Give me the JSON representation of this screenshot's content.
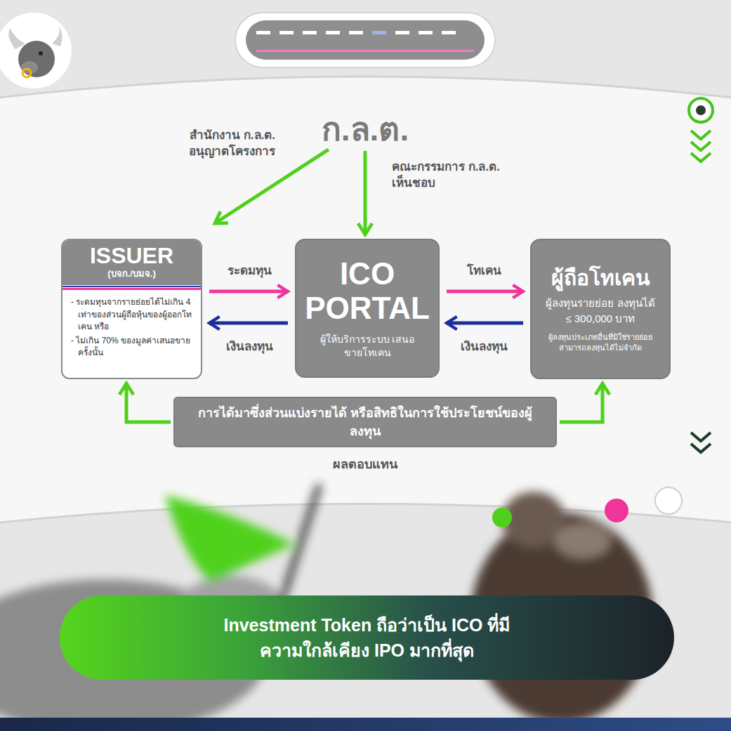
{
  "diagram": {
    "nodes": [
      {
        "text": [
          "ก.ล.ต."
        ]
      },
      {
        "text": [
          "ISSUER",
          "(บจก./บมจ.)",
          "- ระดมทุนจากรายย่อยได้ไม่เกิน 4 เท่าของส่วนผู้ถือหุ้นของผู้ออกโทเคน หรือ",
          "- ไม่เกิน 70% ของมูลค่าเสนอขายครั้งนั้น"
        ]
      },
      {
        "text": [
          "ICO PORTAL",
          "ผู้ให้บริการระบบ เสนอขายโทเคน"
        ]
      },
      {
        "text": [
          "ผู้ถือโทเคน",
          "ผู้ลงทุนรายย่อย ลงทุนได้ ≤ 300,000 บาท",
          "ผู้ลงทุนประเภทอื่นที่มิใช่รายย่อย สามารถลงทุนได้ไม่จำกัด"
        ]
      },
      {
        "text": [
          "การได้มาซึ่งส่วนแบ่งรายได้ หรือสิทธิในการใช้ประโยชน์ของผู้ลงทุน"
        ]
      },
      {
        "text": [
          "Investment Token ถือว่าเป็น ICO ที่มีความใกล้เคียง IPO มากที่สุด"
        ]
      }
    ],
    "edges": [
      {
        "from": 0,
        "to": 1,
        "arrow": "to",
        "label": "สำนักงาน ก.ล.ต. อนุญาตโครงการ"
      },
      {
        "from": 0,
        "to": 2,
        "arrow": "to",
        "label": "คณะกรรมการ ก.ล.ต. เห็นชอบ"
      },
      {
        "from": 1,
        "to": 2,
        "arrow": "to",
        "label": "ระดมทุน"
      },
      {
        "from": 2,
        "to": 1,
        "arrow": "to",
        "label": "เงินลงทุน"
      },
      {
        "from": 2,
        "to": 3,
        "arrow": "to",
        "label": "โทเคน"
      },
      {
        "from": 3,
        "to": 2,
        "arrow": "to",
        "label": "เงินลงทุน"
      },
      {
        "from": 4,
        "to": 1,
        "arrow": "to"
      },
      {
        "from": 4,
        "to": 3,
        "arrow": "to"
      }
    ],
    "labels": [
      "ผลตอบแทน"
    ]
  }
}
